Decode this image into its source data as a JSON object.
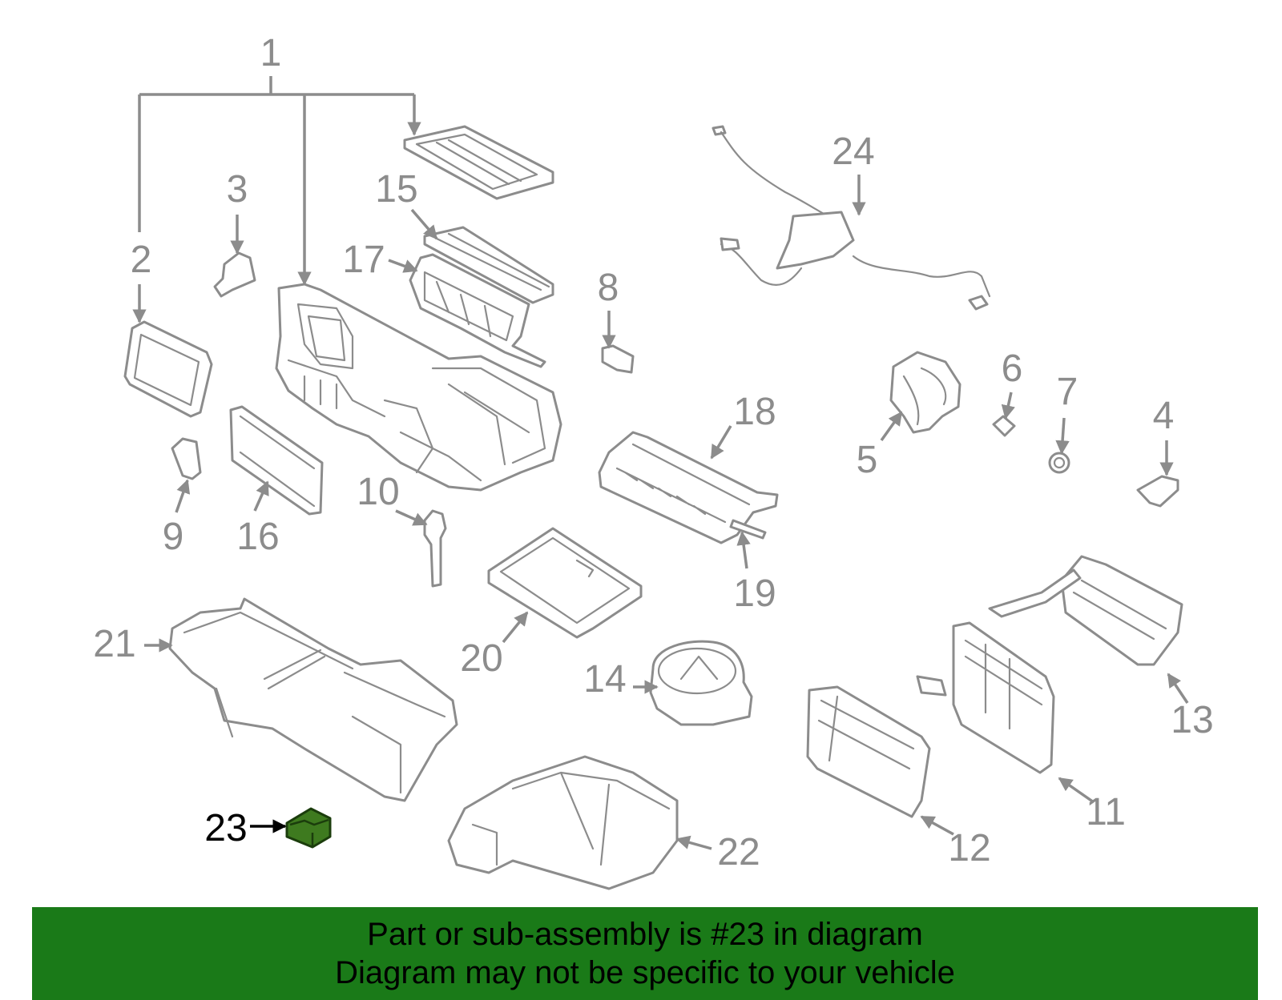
{
  "diagram": {
    "highlight_color": "#3e7a1f",
    "banner_color": "#1a7a18",
    "callouts": [
      "1",
      "2",
      "3",
      "4",
      "5",
      "6",
      "7",
      "8",
      "9",
      "10",
      "11",
      "12",
      "13",
      "14",
      "15",
      "16",
      "17",
      "18",
      "19",
      "20",
      "21",
      "22",
      "23",
      "24"
    ],
    "highlighted_callout": "23"
  },
  "banner": {
    "line1": "Part or sub-assembly is #23 in diagram",
    "line2": "Diagram may not be specific to your vehicle"
  }
}
